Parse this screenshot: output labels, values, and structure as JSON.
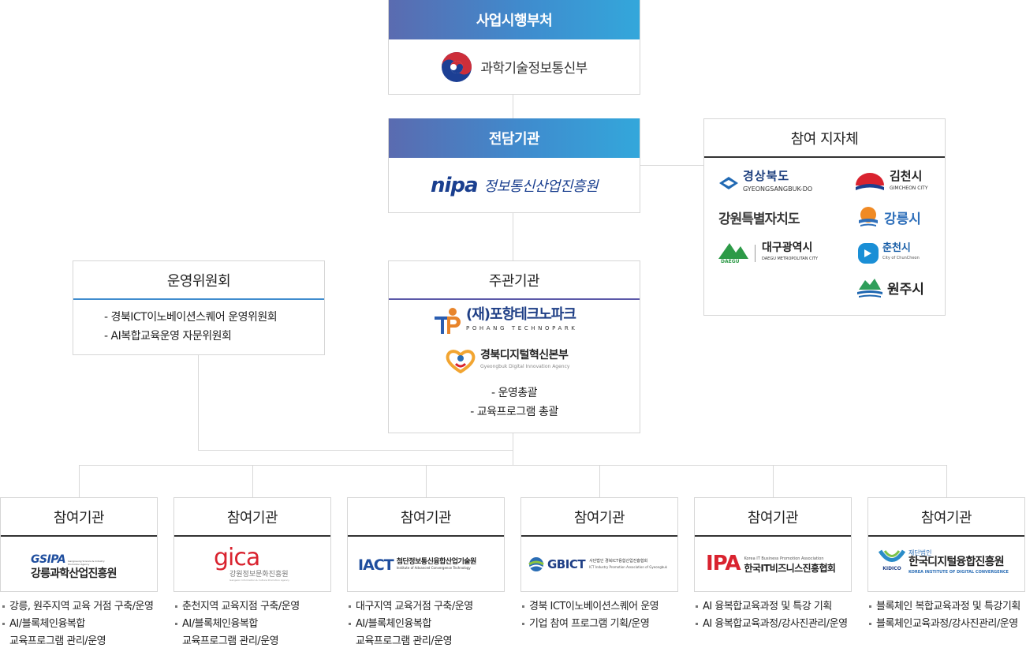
{
  "top": {
    "title": "사업시행부처",
    "org": "과학기술정보통신부"
  },
  "agency": {
    "title": "전담기관",
    "logo": "nipa",
    "org": "정보통신산업진흥원"
  },
  "local_gov": {
    "title": "참여 지자체",
    "items": {
      "gyeongbuk": "경상북도",
      "gyeongbuk_en": "GYEONGSANGBUK-DO",
      "gimcheon": "김천시",
      "gimcheon_en": "GIMCHEON CITY",
      "gangwon": "강원특별자치도",
      "gangneung": "강릉시",
      "daegu": "대구광역시",
      "daegu_badge": "DAEGU",
      "daegu_en": "DAEGU METROPOLITAN CITY",
      "chuncheon": "춘천시",
      "chuncheon_en": "City of ChunCheon",
      "wonju": "원주시"
    }
  },
  "committee": {
    "title": "운영위원회",
    "items": [
      "- 경북ICT이노베이션스퀘어 운영위원회",
      "- AI복합교육운영 자문위원회"
    ]
  },
  "lead": {
    "title": "주관기관",
    "ptp_org": "(재)포항테크노파크",
    "ptp_en": "POHANG TECHNOPARK",
    "gb_org": "경북디지털혁신본부",
    "gb_en": "Gyeongbuk Digital Innovation Agency",
    "items": [
      "- 운영총괄",
      "- 교육프로그램 총괄"
    ]
  },
  "participants": [
    {
      "title": "참여기관",
      "logo": "GSIPA",
      "logo_small": "Gangneung Science & Industry Promotion Agency",
      "org": "강릉과학산업진흥원",
      "items": [
        "강릉, 원주지역 교육 거점 구축/운영",
        "AI/블록체인융복합",
        "교육프로그램 관리/운영"
      ]
    },
    {
      "title": "참여기관",
      "logo": "gica",
      "org": "강원정보문화진흥원",
      "logo_small": "Gangwon Information & Culture Promotion Agency",
      "items": [
        "춘천지역 교육지점 구축/운영",
        "AI/블록체인융복합",
        "교육프로그램 관리/운영"
      ]
    },
    {
      "title": "참여기관",
      "logo": "IACT",
      "org": "첨단정보통신융합산업기술원",
      "logo_small": "Institute of Advanced Convergence Technology",
      "items": [
        "대구지역 교육거점 구축/운영",
        "AI/블록체인융복합",
        "교육프로그램 관리/운영"
      ]
    },
    {
      "title": "참여기관",
      "logo": "GBICT",
      "org": "사단법인 경북ICT융합산업진흥협회",
      "logo_small": "ICT Industry Promotion Association of Gyeongbuk",
      "items": [
        "경북 ICT이노베이션스퀘어 운영",
        "기업 참여 프로그램 기획/운영"
      ]
    },
    {
      "title": "참여기관",
      "logo": "IPA",
      "org": "한국IT비즈니스진흥협회",
      "logo_small": "Korea IT Business Promotion Association",
      "items": [
        "AI 융복합교육과정 및 특강 기획",
        "AI 융복합교육과정/강사진관리/운영"
      ]
    },
    {
      "title": "참여기관",
      "logo": "KIDICO",
      "org_prefix": "재단법인",
      "org": "한국디지털융합진흥원",
      "logo_small": "KOREA INSTITUTE OF DIGITAL CONVERGENCE",
      "items": [
        "블록체인 복합교육과정 및 특강기획",
        "블록체인교육과정/강사진관리/운영"
      ]
    }
  ],
  "colors": {
    "header_gradient_start": "#5a6bb0",
    "header_gradient_end": "#33a7db",
    "connector": "#d8d8d8",
    "nipa_blue": "#1a3f8f",
    "ptp_orange": "#e8842a",
    "ipa_red": "#d9232f",
    "gica_red": "#d9232f"
  }
}
